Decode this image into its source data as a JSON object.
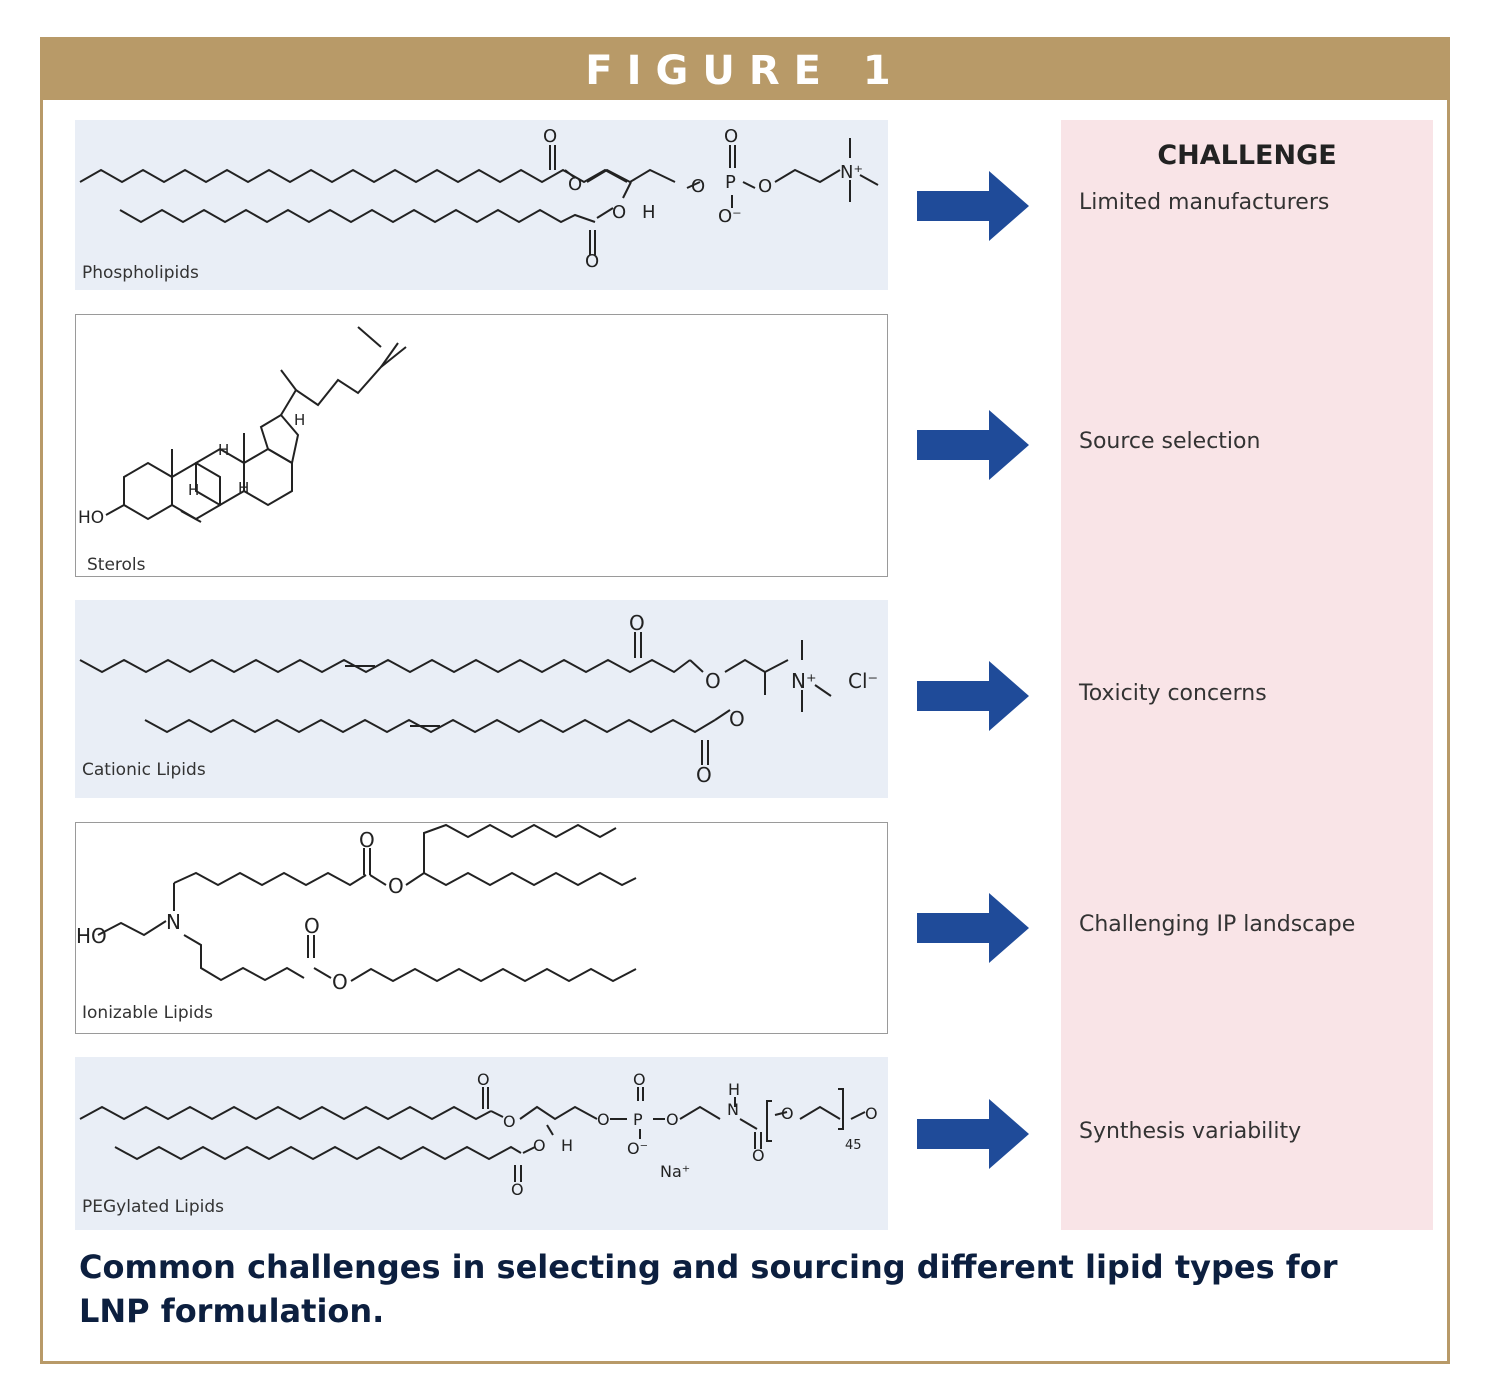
{
  "figure": {
    "title": "FIGURE 1",
    "caption": "Common challenges in selecting and sourcing different lipid types for LNP formulation.",
    "accent_color": "#b89a68",
    "arrow_color": "#1f4b99",
    "challenge_bg": "#f9e4e7",
    "panel_bg": "#e9eef6"
  },
  "challenge_column": {
    "heading": "CHALLENGE"
  },
  "rows": [
    {
      "lipid": "Phospholipids",
      "challenge": "Limited manufacturers"
    },
    {
      "lipid": "Sterols",
      "challenge": "Source selection"
    },
    {
      "lipid": "Cationic Lipids",
      "challenge": "Toxicity concerns"
    },
    {
      "lipid": "Ionizable Lipids",
      "challenge": "Challenging IP landscape"
    },
    {
      "lipid": "PEGylated Lipids",
      "challenge": "Synthesis variability"
    }
  ],
  "atoms": {
    "o": "O",
    "o_minus": "O⁻",
    "p": "P",
    "n": "N",
    "n_plus": "N⁺",
    "h": "H",
    "ho": "HO",
    "cl_minus": "Cl⁻",
    "na_plus": "Na⁺",
    "peg_repeat": "45"
  }
}
